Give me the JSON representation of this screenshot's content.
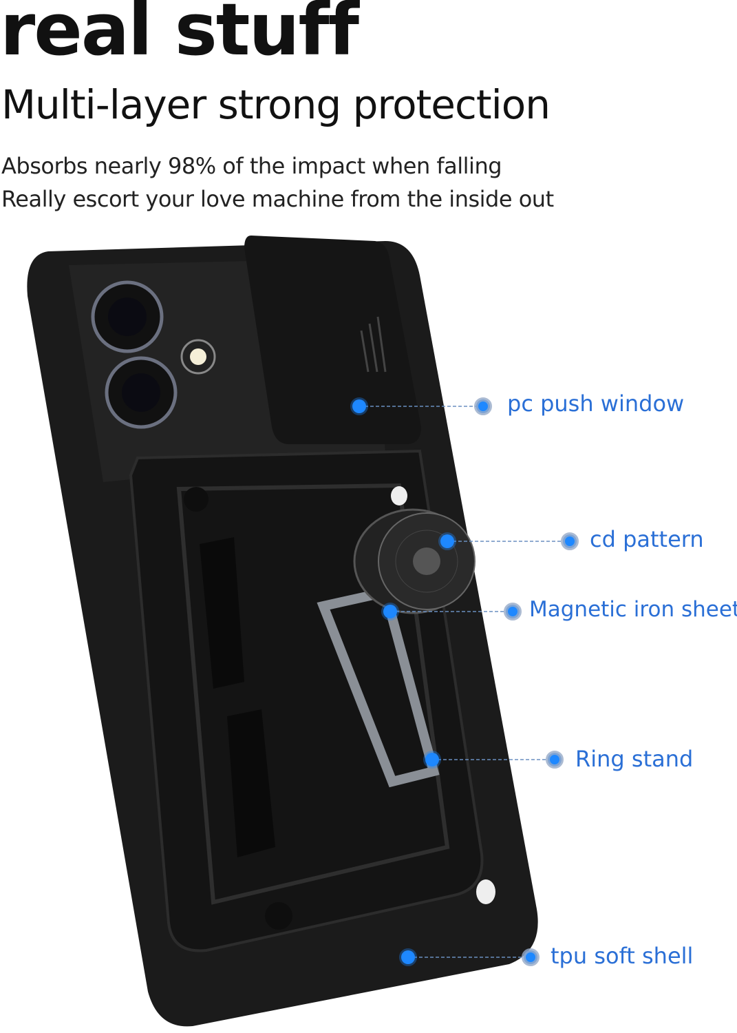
{
  "headline": "real stuff",
  "subheadline": "Multi-layer strong protection",
  "description": [
    "Absorbs nearly 98% of the impact when falling",
    "Really escort your love machine from the inside out"
  ],
  "callouts": [
    {
      "label": "pc push window"
    },
    {
      "label": "cd pattern"
    },
    {
      "label": "Magnetic iron sheet"
    },
    {
      "label": "Ring stand"
    },
    {
      "label": "tpu soft shell"
    }
  ],
  "colors": {
    "accent": "#1e88ff",
    "label": "#2a6fd6",
    "case": "#1b1b1b"
  }
}
